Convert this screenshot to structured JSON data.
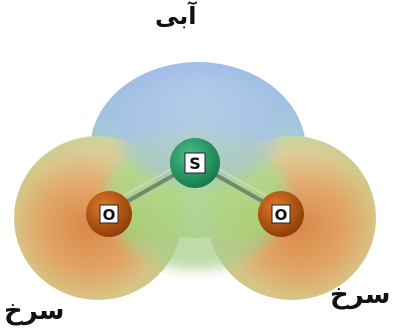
{
  "labels": {
    "top": "آبی",
    "bottom_left": "سرخ",
    "bottom_right": "سرخ"
  },
  "atoms": {
    "center": "S",
    "left": "O",
    "right": "O"
  },
  "colors": {
    "positive_region": "#7a9ed8",
    "negative_region": "#e08a4a",
    "neutral_region": "#9ccf6a",
    "sulfur_atom": "#1e8f5a",
    "oxygen_atom": "#b5520e"
  }
}
